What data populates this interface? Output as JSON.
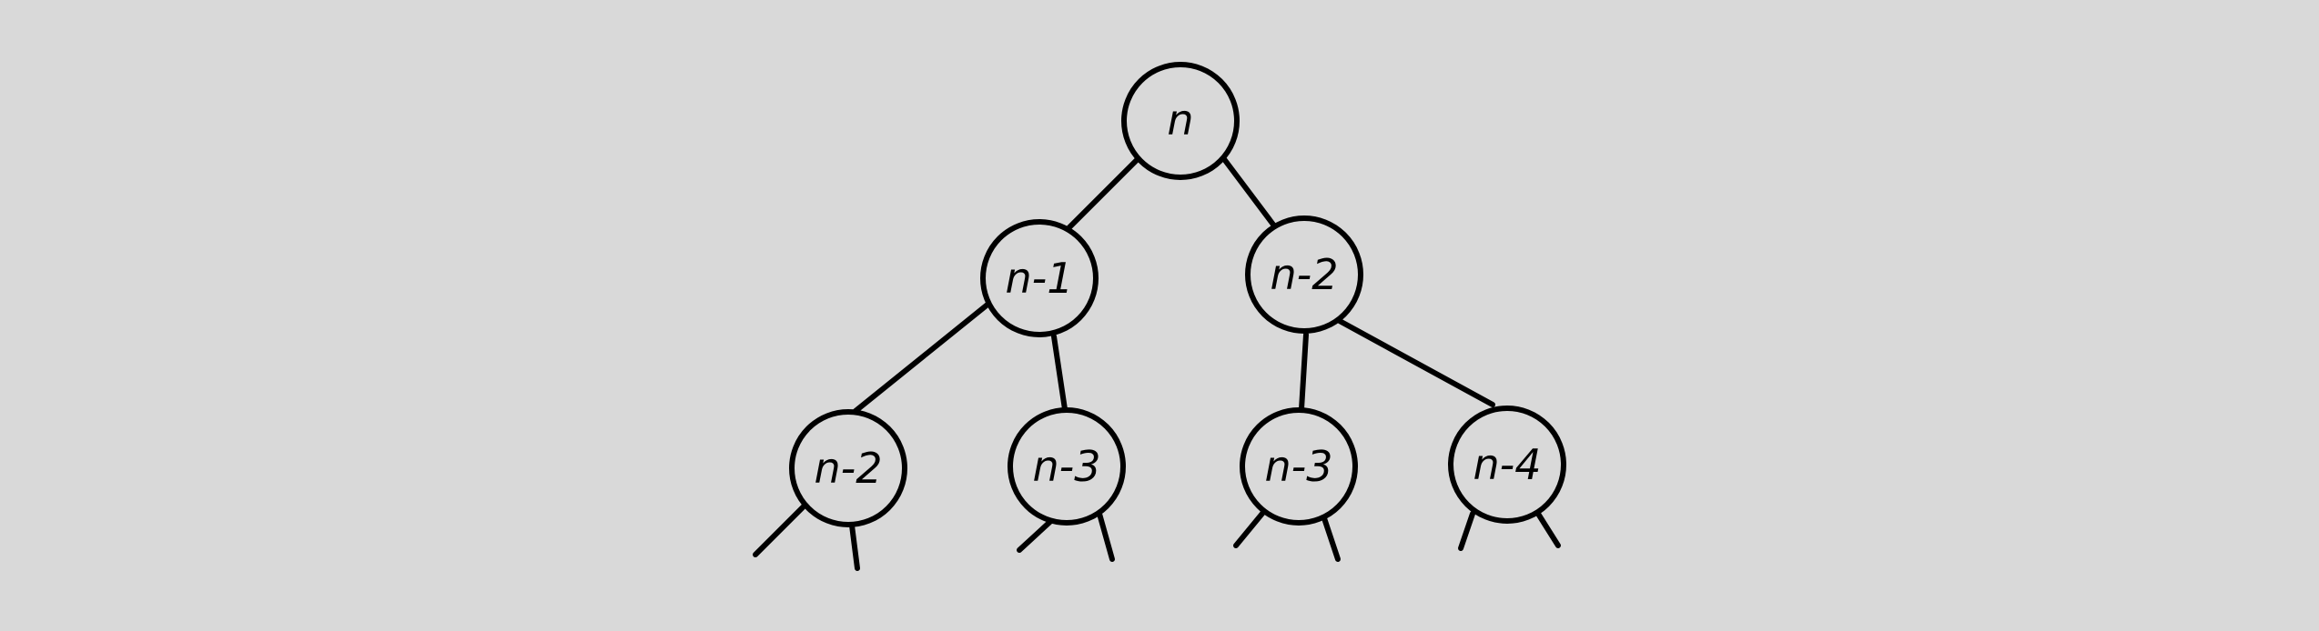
{
  "colors": {
    "background": "#d9d9d9",
    "node_fill": "#d9d9d9",
    "stroke": "#000000",
    "text": "#000000"
  },
  "tree": {
    "root": {
      "label": "n"
    },
    "level1": [
      {
        "label": "n-1"
      },
      {
        "label": "n-2"
      }
    ],
    "level2": [
      {
        "label": "n-2"
      },
      {
        "label": "n-3"
      },
      {
        "label": "n-3"
      },
      {
        "label": "n-4"
      }
    ]
  }
}
